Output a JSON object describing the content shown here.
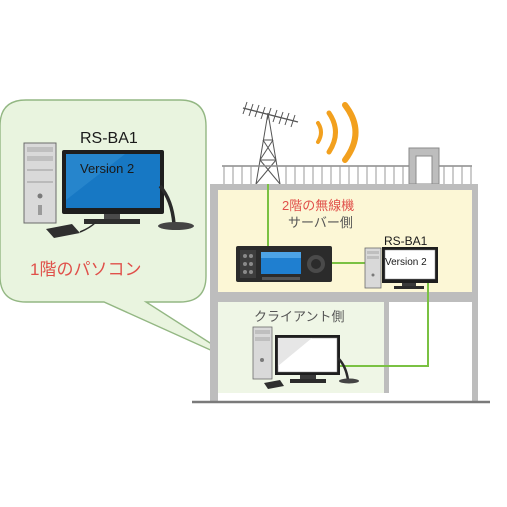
{
  "colors": {
    "bubble_fill": "#e9f4df",
    "bubble_stroke": "#93b783",
    "floor2_fill": "#fcf7d6",
    "floor1_fill": "#eff6e6",
    "wall": "#bdbdbd",
    "cable": "#7ac143",
    "wave": "#f2a01e",
    "screen": "#1778c4",
    "label_red": "#e0504a"
  },
  "callout": {
    "device_name": "RS-BA1",
    "version": "Version 2",
    "location": "1階のパソコン"
  },
  "house": {
    "floor2": {
      "server_label_line1": "2階の無線機",
      "server_label_line2": "サーバー側",
      "device_name": "RS-BA1",
      "version": "Version 2"
    },
    "floor1": {
      "client_label": "クライアント側"
    }
  },
  "icons": {
    "antenna": "yagi-antenna-icon",
    "radio_waves": "radio-waves-icon",
    "transceiver": "transceiver-icon",
    "pc_tower": "pc-tower-icon",
    "monitor": "monitor-icon",
    "microphone": "desk-microphone-icon"
  }
}
